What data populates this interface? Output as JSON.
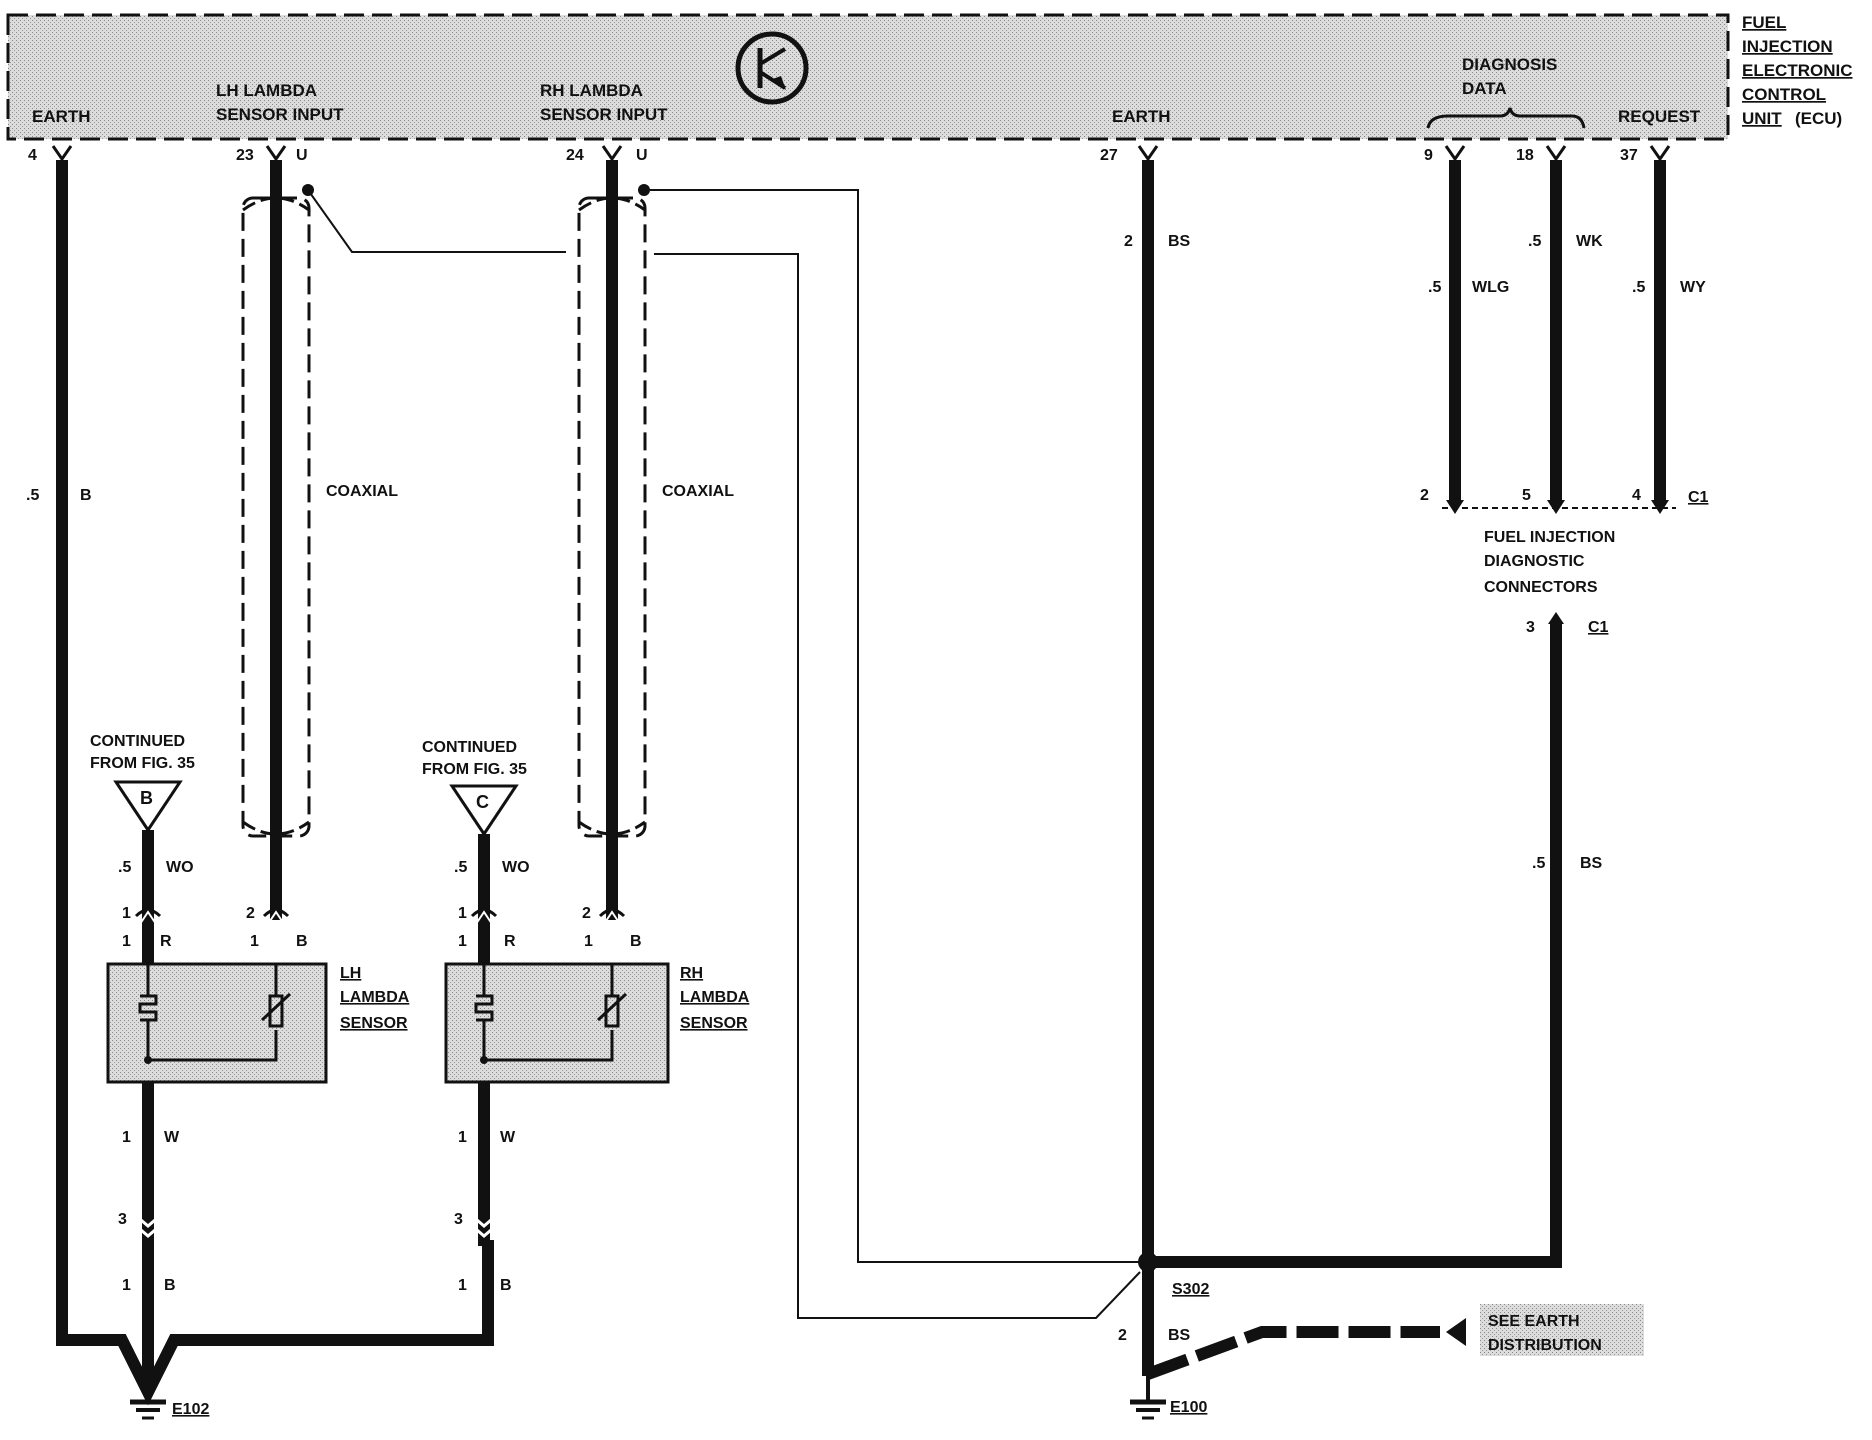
{
  "ecu": {
    "title": [
      "FUEL",
      "INJECTION",
      "ELECTRONIC",
      "CONTROL"
    ],
    "title_last": "UNIT",
    "title_abbr": "(ECU)",
    "earth1": "EARTH",
    "lh_input": [
      "LH LAMBDA",
      "SENSOR INPUT"
    ],
    "rh_input": [
      "RH LAMBDA",
      "SENSOR INPUT"
    ],
    "earth2": "EARTH",
    "diag": [
      "DIAGNOSIS",
      "DATA"
    ],
    "request": "REQUEST"
  },
  "pins": {
    "p4": "4",
    "p23": "23",
    "p23c": "U",
    "p24": "24",
    "p24c": "U",
    "p27": "27",
    "p9": "9",
    "p18": "18",
    "p37": "37"
  },
  "wires": {
    "earth_size": ".5",
    "earth_color": "B",
    "coaxial": "COAXIAL",
    "bs_size": "2",
    "bs_color": "BS",
    "wlg_size": ".5",
    "wlg_color": "WLG",
    "wk_size": ".5",
    "wk_color": "WK",
    "wy_size": ".5",
    "wy_color": "WY",
    "bs2_size": ".5",
    "bs2_color": "BS",
    "wo_size": ".5",
    "wo_color": "WO",
    "w_size": "1",
    "w_color": "W",
    "b_size": "1",
    "b_color": "B",
    "r_color": "R",
    "bottom_bs_size": "2",
    "bottom_bs_color": "BS"
  },
  "connectors": {
    "c1": "C1",
    "pin2": "2",
    "pin5": "5",
    "pin4": "4",
    "pin3": "3",
    "label": [
      "FUEL INJECTION",
      "DIAGNOSTIC",
      "CONNECTORS"
    ],
    "one": "1",
    "two": "2",
    "three": "3"
  },
  "continued": {
    "text": [
      "CONTINUED",
      "FROM FIG. 35"
    ],
    "b": "B",
    "c": "C"
  },
  "sensors": {
    "lh": [
      "LH",
      "LAMBDA",
      "SENSOR"
    ],
    "rh": [
      "RH",
      "LAMBDA",
      "SENSOR"
    ]
  },
  "grounds": {
    "e102": "E102",
    "e100": "E100",
    "s302": "S302",
    "see_earth": [
      "SEE EARTH",
      "DISTRIBUTION"
    ]
  }
}
